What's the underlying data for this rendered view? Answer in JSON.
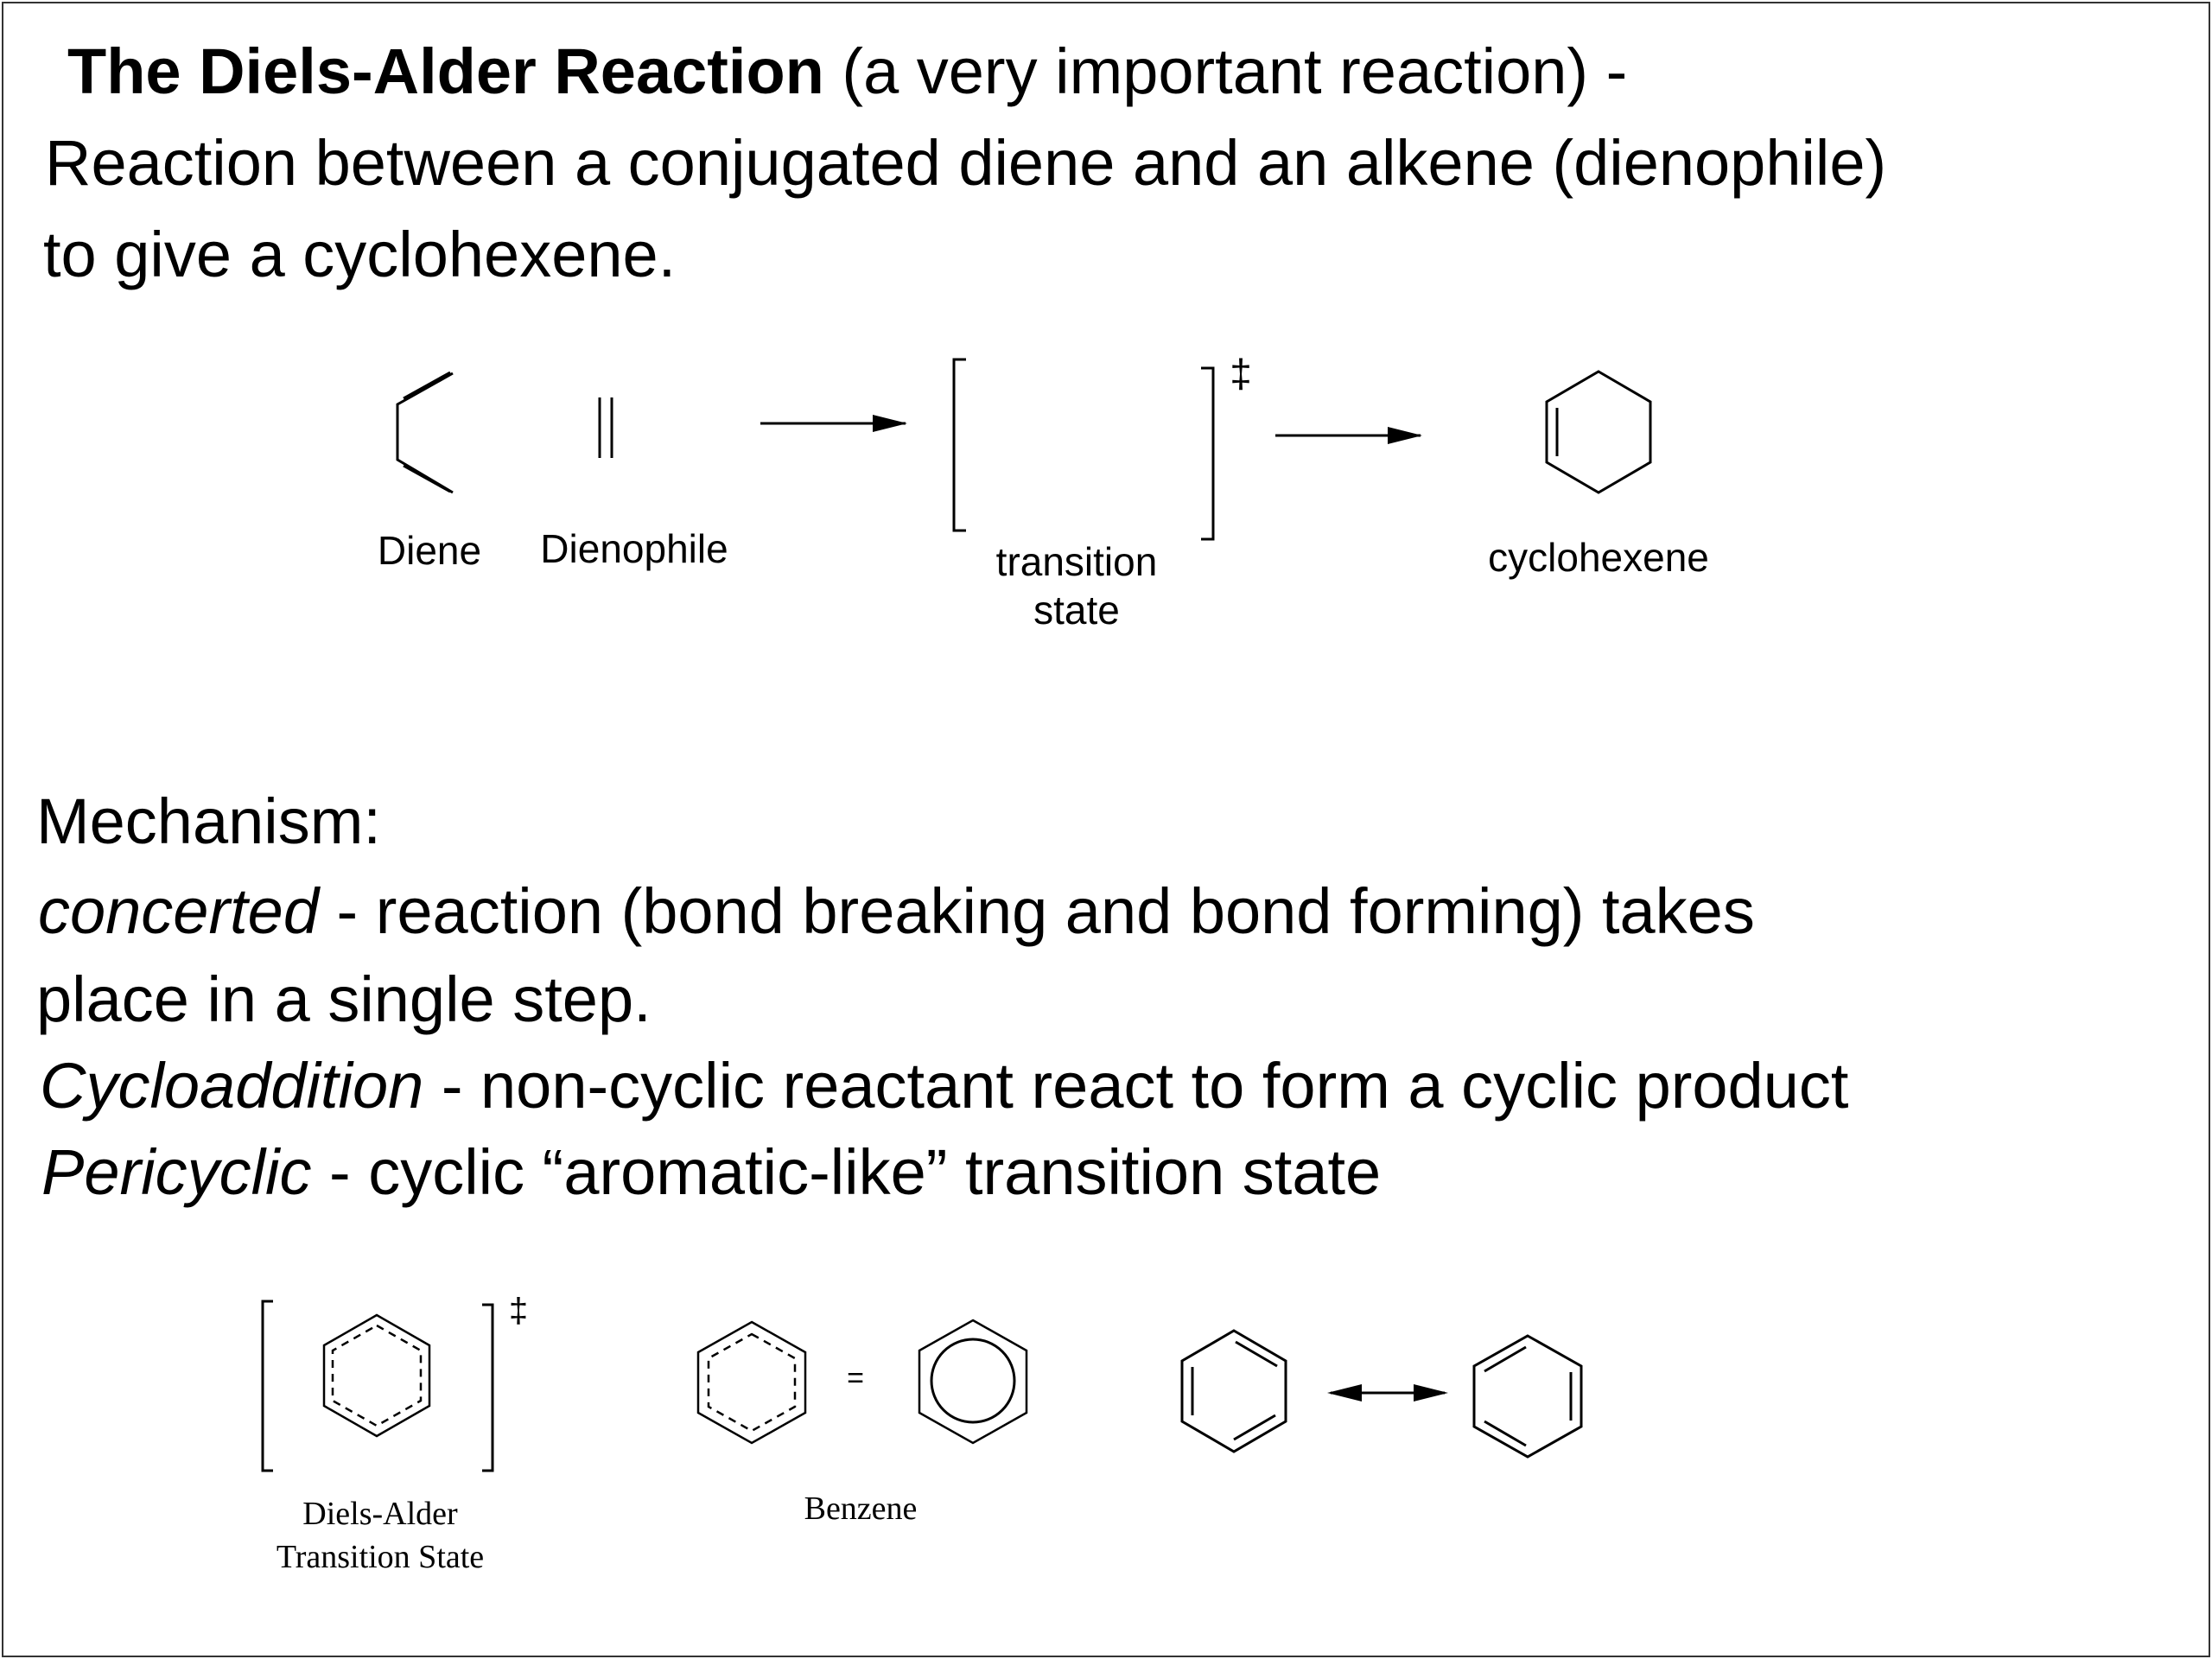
{
  "intro": {
    "title": "The Diels-Alder Reaction",
    "title_note": "(a very important reaction) -",
    "line2": "Reaction between a conjugated diene and an alkene (dienophile)",
    "line3": "to give a cyclohexene."
  },
  "reaction": {
    "diene_label": "Diene",
    "dienophile_label": "Dienophile",
    "ts_label_line1": "transition",
    "ts_label_line2": "state",
    "double_dagger": "‡",
    "product_label": "cyclohexene"
  },
  "mechanism": {
    "heading": "Mechanism:",
    "concerted_term": "concerted",
    "concerted_text": " - reaction (bond breaking and bond forming) takes",
    "concerted_text2": "place in a single step.",
    "cycloaddition_term": "Cycloaddition",
    "cycloaddition_text": " - non-cyclic reactant react to form a cyclic product",
    "pericyclic_term": "Pericyclic",
    "pericyclic_text": " - cyclic “aromatic-like” transition state"
  },
  "bottom": {
    "da_ts_line1": "Diels-Alder",
    "da_ts_line2": "Transition State",
    "double_dagger": "‡",
    "equals": "=",
    "benzene_label": "Benzene"
  },
  "colors": {
    "text": "#000000",
    "frame": "#333333",
    "background": "#ffffff"
  }
}
